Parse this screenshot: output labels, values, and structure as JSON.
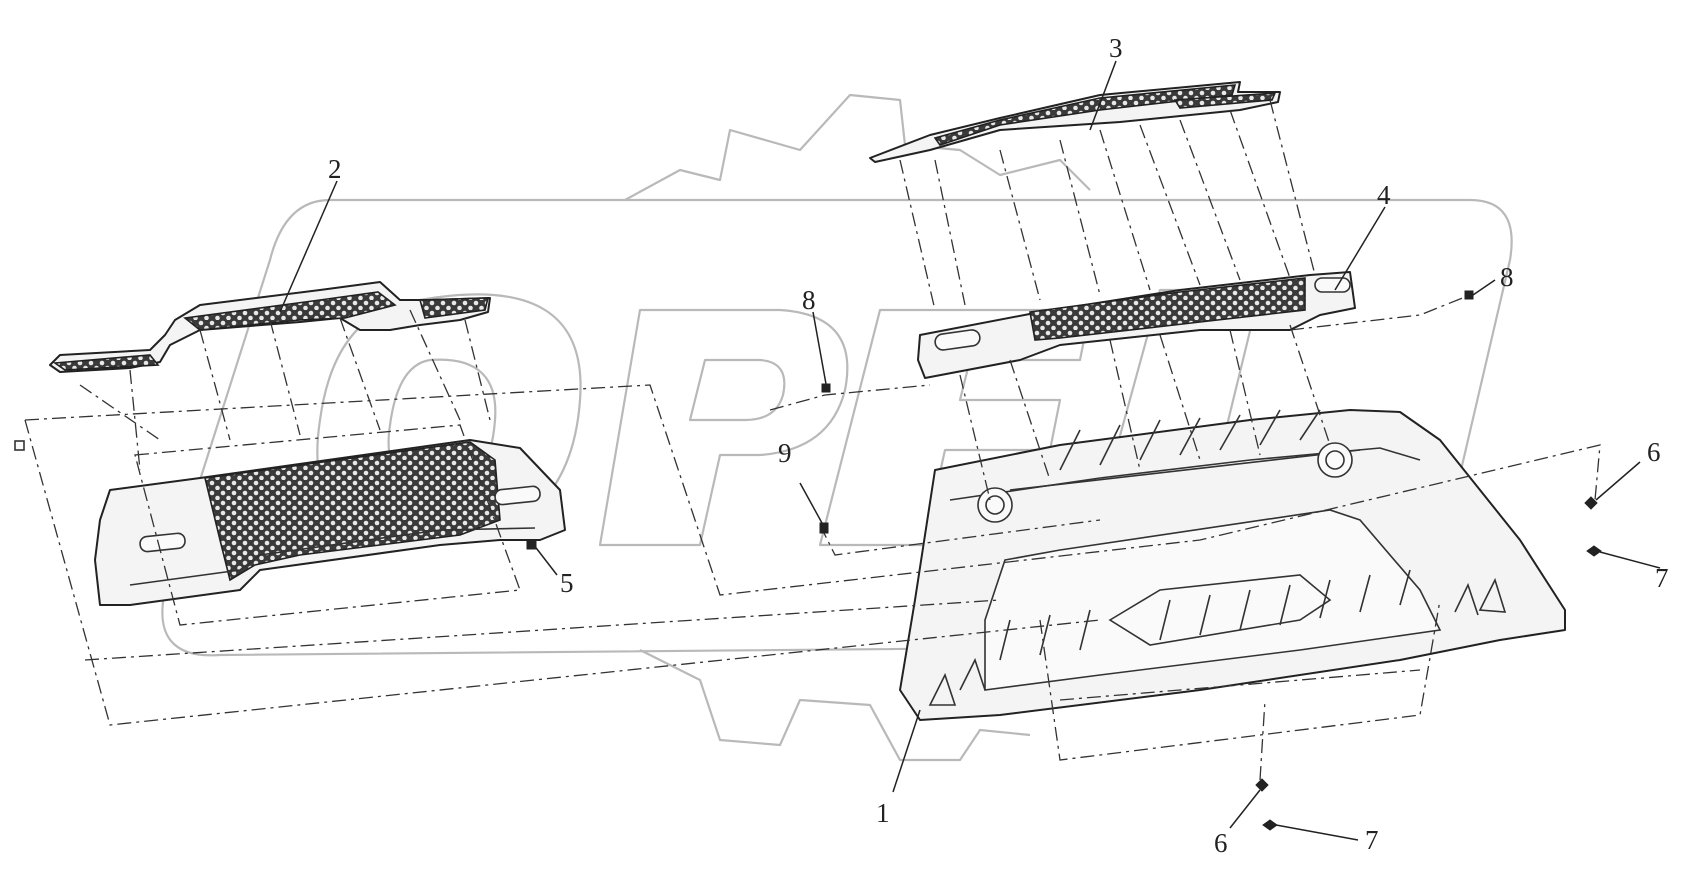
{
  "callouts": [
    {
      "id": "1",
      "label": "1"
    },
    {
      "id": "2",
      "label": "2"
    },
    {
      "id": "3",
      "label": "3"
    },
    {
      "id": "4",
      "label": "4"
    },
    {
      "id": "5",
      "label": "5"
    },
    {
      "id": "6a",
      "label": "6"
    },
    {
      "id": "6b",
      "label": "6"
    },
    {
      "id": "7a",
      "label": "7"
    },
    {
      "id": "7b",
      "label": "7"
    },
    {
      "id": "8a",
      "label": "8"
    },
    {
      "id": "8b",
      "label": "8"
    },
    {
      "id": "9",
      "label": "9"
    }
  ],
  "colors": {
    "line": "#222222",
    "watermark": "#b9b9b9",
    "background": "#ffffff"
  }
}
